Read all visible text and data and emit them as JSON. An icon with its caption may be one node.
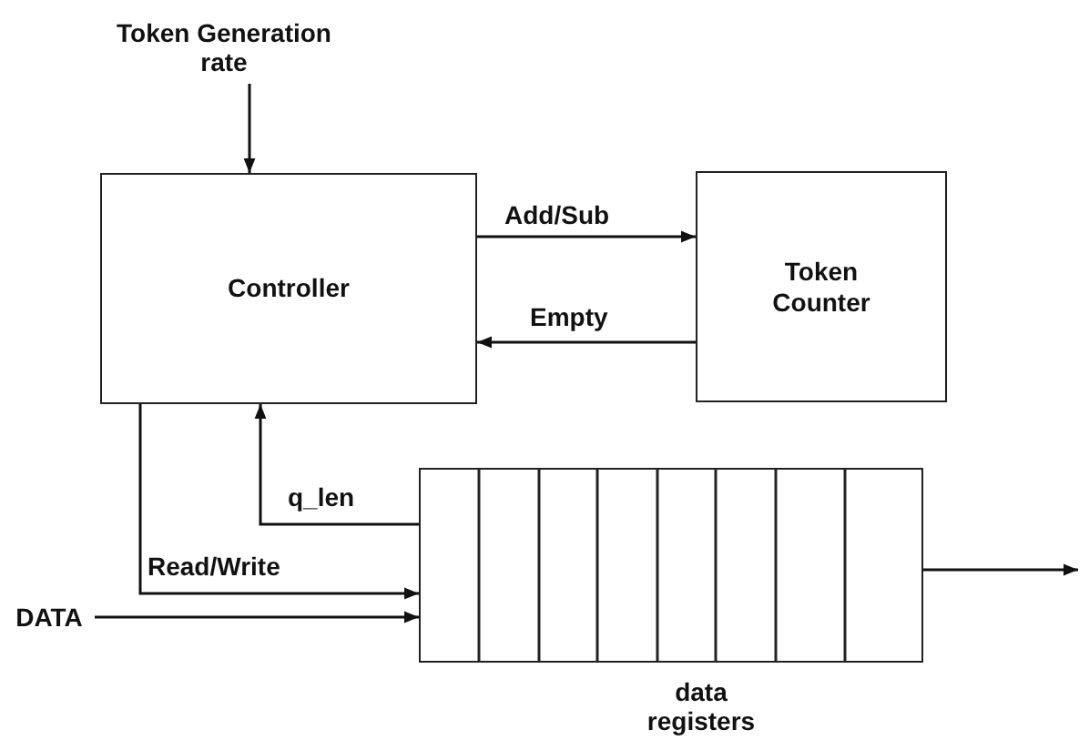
{
  "diagram": {
    "nodes": [
      {
        "text": [
          "Token Generation rate"
        ]
      },
      {
        "text": [
          "Controller"
        ]
      },
      {
        "text": [
          "Token Counter"
        ]
      },
      {
        "text": [],
        "shape": "box",
        "beside": [
          "data registers"
        ]
      },
      {
        "text": [
          "DATA"
        ]
      }
    ],
    "edges": [
      {
        "from": 0,
        "to": 1,
        "arrow": "to"
      },
      {
        "from": 1,
        "to": 2,
        "arrow": "to",
        "label": "Add/Sub"
      },
      {
        "from": 2,
        "to": 1,
        "arrow": "to",
        "label": "Empty"
      },
      {
        "from": 3,
        "to": 1,
        "arrow": "to",
        "label": "q_len"
      },
      {
        "from": 1,
        "to": 3,
        "arrow": "to",
        "label": "Read/Write"
      },
      {
        "from": 4,
        "to": 3,
        "arrow": "to"
      },
      {
        "from": 3,
        "to": null,
        "arrow": "to"
      }
    ]
  }
}
